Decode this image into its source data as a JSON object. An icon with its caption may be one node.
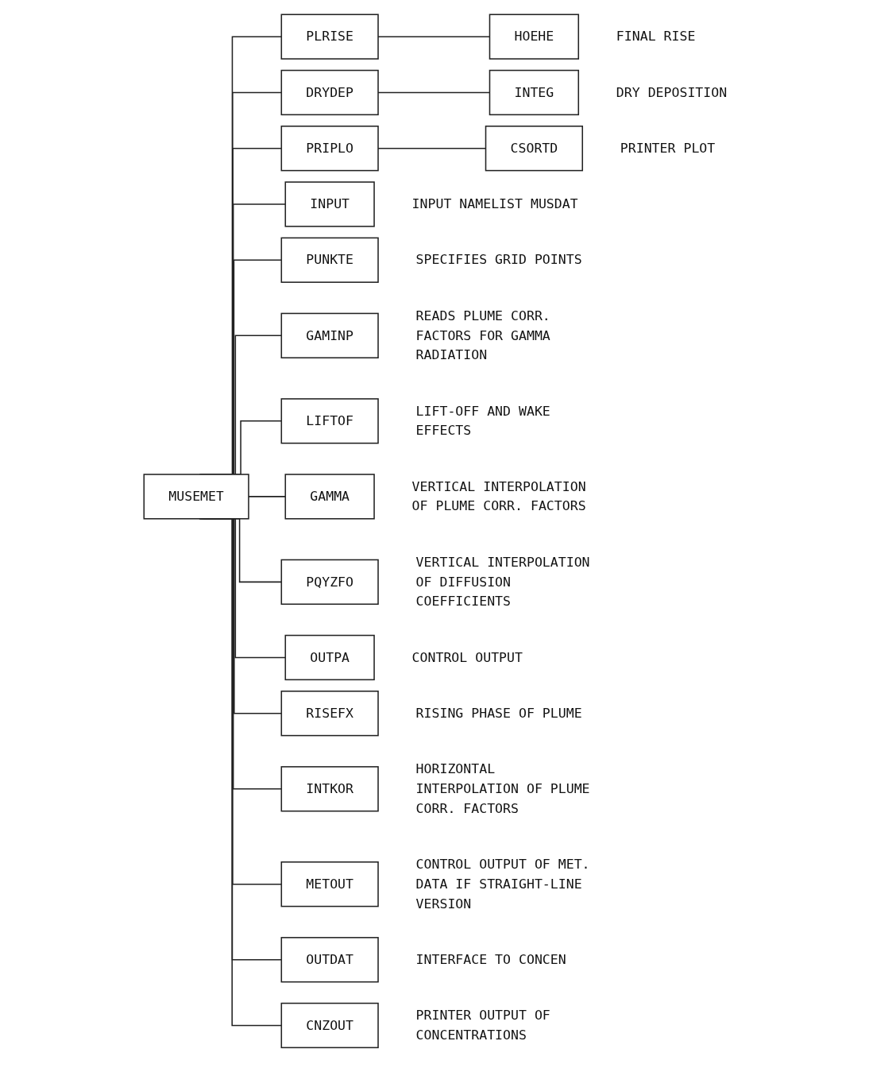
{
  "diagram": {
    "nodes": [
      {
        "text": [
          "MUSEMET"
        ]
      },
      {
        "text": [
          "INPUT"
        ],
        "beside": [
          "INPUT NAMELIST MUSDAT"
        ]
      },
      {
        "text": [
          "PUNKTE"
        ],
        "beside": [
          "SPECIFIES GRID POINTS"
        ]
      },
      {
        "text": [
          "GAMINP"
        ],
        "beside": [
          "READS PLUME CORR. FACTORS FOR GAMMA RADIATION"
        ]
      },
      {
        "text": [
          "LIFTOF"
        ],
        "beside": [
          "LIFT-OFF AND WAKE EFFECTS"
        ]
      },
      {
        "text": [
          "PLRISE"
        ]
      },
      {
        "text": [
          "HOEHE"
        ],
        "beside": [
          "FINAL RISE"
        ]
      },
      {
        "text": [
          "GAMMA"
        ],
        "beside": [
          "VERTICAL INTERPOLATION OF PLUME CORR. FACTORS"
        ]
      },
      {
        "text": [
          "PQYZFO"
        ],
        "beside": [
          "VERTICAL INTERPOLATION OF DIFFUSION COEFFICIENTS"
        ]
      },
      {
        "text": [
          "DRYDEP"
        ]
      },
      {
        "text": [
          "INTEG"
        ],
        "beside": [
          "DRY DEPOSITION"
        ]
      },
      {
        "text": [
          "OUTPA"
        ],
        "beside": [
          "CONTROL OUTPUT"
        ]
      },
      {
        "text": [
          "RISEFX"
        ],
        "beside": [
          "RISING PHASE OF PLUME"
        ]
      },
      {
        "text": [
          "INTKOR"
        ],
        "beside": [
          "HORIZONTAL INTERPOLATION OF PLUME CORR. FACTORS"
        ]
      },
      {
        "text": [
          "METOUT"
        ],
        "beside": [
          "CONTROL OUTPUT OF MET. DATA IF STRAIGHT-LINE VERSION"
        ]
      },
      {
        "text": [
          "OUTDAT"
        ],
        "beside": [
          "INTERFACE TO CONCEN"
        ]
      },
      {
        "text": [
          "CNZOUT"
        ],
        "beside": [
          "PRINTER OUTPUT OF CONCENTRATIONS"
        ]
      },
      {
        "text": [
          "PRIPLO"
        ]
      },
      {
        "text": [
          "CSORTD"
        ],
        "beside": [
          "PRINTER PLOT"
        ]
      }
    ],
    "edges": [
      {
        "from": 0,
        "to": 1,
        "arrow": "none"
      },
      {
        "from": 0,
        "to": 2,
        "arrow": "none"
      },
      {
        "from": 0,
        "to": 3,
        "arrow": "none"
      },
      {
        "from": 0,
        "to": 4,
        "arrow": "none"
      },
      {
        "from": 0,
        "to": 5,
        "arrow": "none"
      },
      {
        "from": 5,
        "to": 6,
        "arrow": "none"
      },
      {
        "from": 0,
        "to": 7,
        "arrow": "none"
      },
      {
        "from": 0,
        "to": 8,
        "arrow": "none"
      },
      {
        "from": 0,
        "to": 9,
        "arrow": "none"
      },
      {
        "from": 9,
        "to": 10,
        "arrow": "none"
      },
      {
        "from": 0,
        "to": 11,
        "arrow": "none"
      },
      {
        "from": 0,
        "to": 12,
        "arrow": "none"
      },
      {
        "from": 0,
        "to": 13,
        "arrow": "none"
      },
      {
        "from": 0,
        "to": 14,
        "arrow": "none"
      },
      {
        "from": 0,
        "to": 15,
        "arrow": "none"
      },
      {
        "from": 0,
        "to": 16,
        "arrow": "none"
      },
      {
        "from": 0,
        "to": 17,
        "arrow": "none"
      },
      {
        "from": 17,
        "to": 18,
        "arrow": "none"
      }
    ]
  }
}
